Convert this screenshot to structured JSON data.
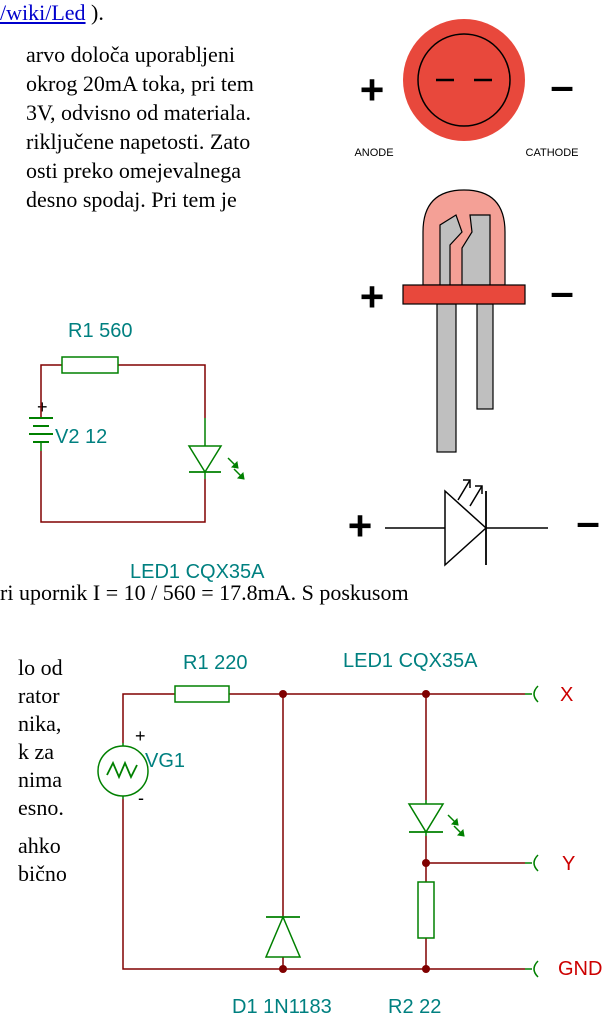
{
  "text": {
    "top_link": "/wiki/Led",
    "top_after": " ).",
    "para1": [
      "arvo določa uporabljeni",
      "okrog 20mA toka, pri tem",
      "3V, odvisno od materiala.",
      "riključene napetosti. Zato",
      "osti preko omejevalnega",
      "desno spodaj. Pri tem je"
    ],
    "equation_line": "ri upornik I = 10 / 560 = 17.8mA. S poskusom",
    "para2": [
      "lo od",
      "rator",
      "nika,",
      "k za",
      "nima",
      "esno."
    ],
    "para3": [
      "ahko",
      "bično"
    ]
  },
  "led_diagram": {
    "anode_label": "ANODE",
    "cathode_label": "CATHODE",
    "plus": "+",
    "minus": "–"
  },
  "circuit1": {
    "r1": "R1 560",
    "v2": "V2 12",
    "v2_plus": "+",
    "led": "LED1 CQX35A"
  },
  "circuit2": {
    "r1": "R1 220",
    "led": "LED1 CQX35A",
    "vg": "VG1",
    "vg_plus": "+",
    "vg_minus": "-",
    "d1": "D1 1N1183",
    "r2": "R2 22",
    "x": "X",
    "y": "Y",
    "gnd": "GND"
  },
  "colors": {
    "wire": "#800000",
    "component": "#008000",
    "label": "#008080",
    "led_red": "#e8483c",
    "led_light": "#f4a096",
    "link": "#0000cc"
  }
}
